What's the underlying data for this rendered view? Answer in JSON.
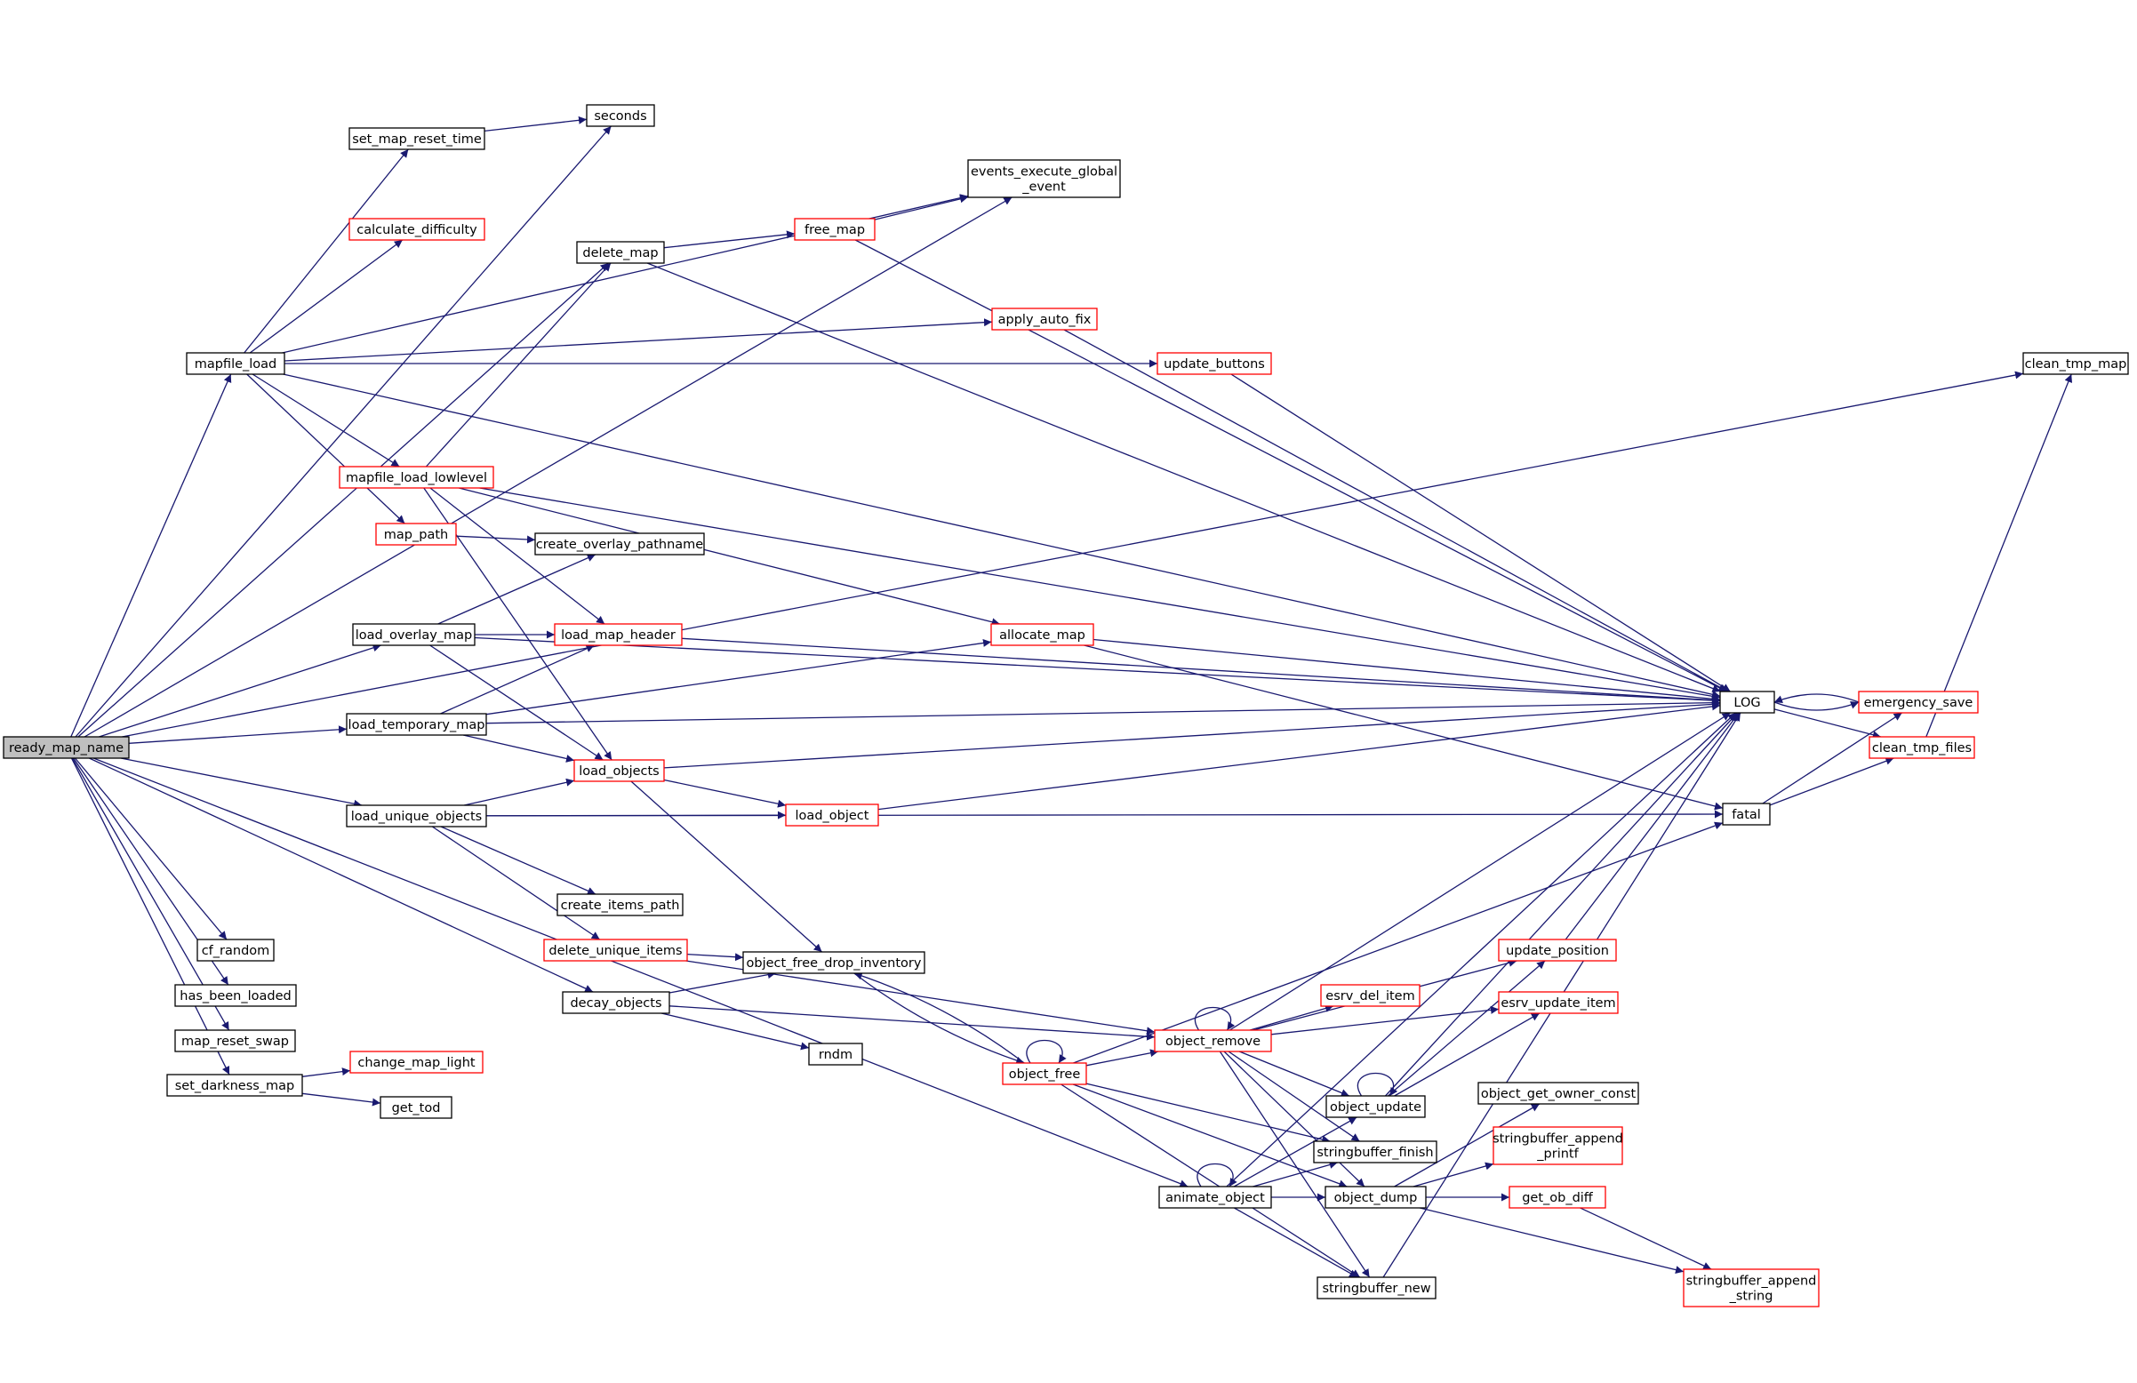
{
  "diagram": {
    "title": "",
    "colors": {
      "edge": "#191970",
      "normal_border": "#000000",
      "truncated_border": "#ff0000",
      "root_fill": "#bfbfbf",
      "node_fill": "#ffffff"
    },
    "nodes": [
      {
        "id": "ready_map_name",
        "label": [
          "ready_map_name"
        ],
        "style": "root"
      },
      {
        "id": "mapfile_load",
        "label": [
          "mapfile_load"
        ],
        "style": "normal"
      },
      {
        "id": "set_map_reset_time",
        "label": [
          "set_map_reset_time"
        ],
        "style": "normal"
      },
      {
        "id": "seconds",
        "label": [
          "seconds"
        ],
        "style": "normal"
      },
      {
        "id": "events_execute_global_event",
        "label": [
          "events_execute_global",
          "_event"
        ],
        "style": "normal"
      },
      {
        "id": "calculate_difficulty",
        "label": [
          "calculate_difficulty"
        ],
        "style": "truncated"
      },
      {
        "id": "delete_map",
        "label": [
          "delete_map"
        ],
        "style": "normal"
      },
      {
        "id": "free_map",
        "label": [
          "free_map"
        ],
        "style": "truncated"
      },
      {
        "id": "apply_auto_fix",
        "label": [
          "apply_auto_fix"
        ],
        "style": "truncated"
      },
      {
        "id": "update_buttons",
        "label": [
          "update_buttons"
        ],
        "style": "truncated"
      },
      {
        "id": "clean_tmp_map",
        "label": [
          "clean_tmp_map"
        ],
        "style": "normal"
      },
      {
        "id": "mapfile_load_lowlevel",
        "label": [
          "mapfile_load_lowlevel"
        ],
        "style": "truncated"
      },
      {
        "id": "map_path",
        "label": [
          "map_path"
        ],
        "style": "truncated"
      },
      {
        "id": "create_overlay_pathname",
        "label": [
          "create_overlay_pathname"
        ],
        "style": "normal"
      },
      {
        "id": "load_overlay_map",
        "label": [
          "load_overlay_map"
        ],
        "style": "normal"
      },
      {
        "id": "load_map_header",
        "label": [
          "load_map_header"
        ],
        "style": "truncated"
      },
      {
        "id": "allocate_map",
        "label": [
          "allocate_map"
        ],
        "style": "truncated"
      },
      {
        "id": "load_temporary_map",
        "label": [
          "load_temporary_map"
        ],
        "style": "normal"
      },
      {
        "id": "LOG",
        "label": [
          "LOG"
        ],
        "style": "normal"
      },
      {
        "id": "emergency_save",
        "label": [
          "emergency_save"
        ],
        "style": "truncated"
      },
      {
        "id": "clean_tmp_files",
        "label": [
          "clean_tmp_files"
        ],
        "style": "truncated"
      },
      {
        "id": "load_objects",
        "label": [
          "load_objects"
        ],
        "style": "truncated"
      },
      {
        "id": "load_unique_objects",
        "label": [
          "load_unique_objects"
        ],
        "style": "normal"
      },
      {
        "id": "load_object",
        "label": [
          "load_object"
        ],
        "style": "truncated"
      },
      {
        "id": "fatal",
        "label": [
          "fatal"
        ],
        "style": "normal"
      },
      {
        "id": "create_items_path",
        "label": [
          "create_items_path"
        ],
        "style": "normal"
      },
      {
        "id": "delete_unique_items",
        "label": [
          "delete_unique_items"
        ],
        "style": "truncated"
      },
      {
        "id": "object_free_drop_inventory",
        "label": [
          "object_free_drop_inventory"
        ],
        "style": "normal"
      },
      {
        "id": "update_position",
        "label": [
          "update_position"
        ],
        "style": "truncated"
      },
      {
        "id": "cf_random",
        "label": [
          "cf_random"
        ],
        "style": "normal"
      },
      {
        "id": "has_been_loaded",
        "label": [
          "has_been_loaded"
        ],
        "style": "normal"
      },
      {
        "id": "esrv_del_item",
        "label": [
          "esrv_del_item"
        ],
        "style": "truncated"
      },
      {
        "id": "decay_objects",
        "label": [
          "decay_objects"
        ],
        "style": "normal"
      },
      {
        "id": "esrv_update_item",
        "label": [
          "esrv_update_item"
        ],
        "style": "truncated"
      },
      {
        "id": "map_reset_swap",
        "label": [
          "map_reset_swap"
        ],
        "style": "normal"
      },
      {
        "id": "object_remove",
        "label": [
          "object_remove"
        ],
        "style": "truncated"
      },
      {
        "id": "rndm",
        "label": [
          "rndm"
        ],
        "style": "normal"
      },
      {
        "id": "change_map_light",
        "label": [
          "change_map_light"
        ],
        "style": "truncated"
      },
      {
        "id": "set_darkness_map",
        "label": [
          "set_darkness_map"
        ],
        "style": "normal"
      },
      {
        "id": "object_free",
        "label": [
          "object_free"
        ],
        "style": "truncated"
      },
      {
        "id": "object_get_owner_const",
        "label": [
          "object_get_owner_const"
        ],
        "style": "normal"
      },
      {
        "id": "object_update",
        "label": [
          "object_update"
        ],
        "style": "normal"
      },
      {
        "id": "get_tod",
        "label": [
          "get_tod"
        ],
        "style": "normal"
      },
      {
        "id": "stringbuffer_append_printf",
        "label": [
          "stringbuffer_append",
          "_printf"
        ],
        "style": "truncated"
      },
      {
        "id": "stringbuffer_finish",
        "label": [
          "stringbuffer_finish"
        ],
        "style": "normal"
      },
      {
        "id": "animate_object",
        "label": [
          "animate_object"
        ],
        "style": "normal"
      },
      {
        "id": "object_dump",
        "label": [
          "object_dump"
        ],
        "style": "normal"
      },
      {
        "id": "get_ob_diff",
        "label": [
          "get_ob_diff"
        ],
        "style": "truncated"
      },
      {
        "id": "stringbuffer_append_string",
        "label": [
          "stringbuffer_append",
          "_string"
        ],
        "style": "truncated"
      },
      {
        "id": "stringbuffer_new",
        "label": [
          "stringbuffer_new"
        ],
        "style": "normal"
      }
    ],
    "edges": [
      {
        "from": "ready_map_name",
        "to": "seconds"
      },
      {
        "from": "ready_map_name",
        "to": "events_execute_global_event"
      },
      {
        "from": "ready_map_name",
        "to": "clean_tmp_map"
      },
      {
        "from": "ready_map_name",
        "to": "delete_map"
      },
      {
        "from": "ready_map_name",
        "to": "mapfile_load"
      },
      {
        "from": "ready_map_name",
        "to": "load_overlay_map"
      },
      {
        "from": "ready_map_name",
        "to": "load_temporary_map"
      },
      {
        "from": "ready_map_name",
        "to": "load_unique_objects"
      },
      {
        "from": "ready_map_name",
        "to": "decay_objects"
      },
      {
        "from": "ready_map_name",
        "to": "animate_object"
      },
      {
        "from": "ready_map_name",
        "to": "cf_random"
      },
      {
        "from": "ready_map_name",
        "to": "has_been_loaded"
      },
      {
        "from": "ready_map_name",
        "to": "map_reset_swap"
      },
      {
        "from": "ready_map_name",
        "to": "set_darkness_map"
      },
      {
        "from": "set_map_reset_time",
        "to": "seconds"
      },
      {
        "from": "mapfile_load",
        "to": "set_map_reset_time"
      },
      {
        "from": "mapfile_load",
        "to": "calculate_difficulty"
      },
      {
        "from": "mapfile_load",
        "to": "events_execute_global_event"
      },
      {
        "from": "mapfile_load",
        "to": "apply_auto_fix"
      },
      {
        "from": "mapfile_load",
        "to": "update_buttons"
      },
      {
        "from": "mapfile_load",
        "to": "LOG"
      },
      {
        "from": "mapfile_load",
        "to": "mapfile_load_lowlevel"
      },
      {
        "from": "mapfile_load",
        "to": "map_path"
      },
      {
        "from": "delete_map",
        "to": "free_map"
      },
      {
        "from": "delete_map",
        "to": "LOG"
      },
      {
        "from": "free_map",
        "to": "events_execute_global_event"
      },
      {
        "from": "free_map",
        "to": "LOG"
      },
      {
        "from": "apply_auto_fix",
        "to": "LOG"
      },
      {
        "from": "update_buttons",
        "to": "LOG"
      },
      {
        "from": "mapfile_load_lowlevel",
        "to": "delete_map"
      },
      {
        "from": "mapfile_load_lowlevel",
        "to": "LOG"
      },
      {
        "from": "mapfile_load_lowlevel",
        "to": "allocate_map"
      },
      {
        "from": "mapfile_load_lowlevel",
        "to": "load_map_header"
      },
      {
        "from": "mapfile_load_lowlevel",
        "to": "load_objects"
      },
      {
        "from": "map_path",
        "to": "create_overlay_pathname"
      },
      {
        "from": "load_overlay_map",
        "to": "create_overlay_pathname"
      },
      {
        "from": "load_overlay_map",
        "to": "load_map_header"
      },
      {
        "from": "load_overlay_map",
        "to": "LOG"
      },
      {
        "from": "load_overlay_map",
        "to": "load_objects"
      },
      {
        "from": "load_map_header",
        "to": "LOG"
      },
      {
        "from": "load_temporary_map",
        "to": "load_map_header"
      },
      {
        "from": "load_temporary_map",
        "to": "allocate_map"
      },
      {
        "from": "load_temporary_map",
        "to": "LOG"
      },
      {
        "from": "load_temporary_map",
        "to": "load_objects"
      },
      {
        "from": "allocate_map",
        "to": "LOG"
      },
      {
        "from": "allocate_map",
        "to": "fatal"
      },
      {
        "from": "load_objects",
        "to": "LOG"
      },
      {
        "from": "load_objects",
        "to": "load_object"
      },
      {
        "from": "load_objects",
        "to": "object_free_drop_inventory"
      },
      {
        "from": "load_object",
        "to": "LOG"
      },
      {
        "from": "load_unique_objects",
        "to": "load_objects"
      },
      {
        "from": "load_unique_objects",
        "to": "load_object"
      },
      {
        "from": "load_unique_objects",
        "to": "fatal"
      },
      {
        "from": "load_unique_objects",
        "to": "create_items_path"
      },
      {
        "from": "load_unique_objects",
        "to": "delete_unique_items"
      },
      {
        "from": "delete_unique_items",
        "to": "object_free_drop_inventory"
      },
      {
        "from": "delete_unique_items",
        "to": "object_remove"
      },
      {
        "from": "decay_objects",
        "to": "object_free_drop_inventory"
      },
      {
        "from": "decay_objects",
        "to": "object_remove"
      },
      {
        "from": "decay_objects",
        "to": "rndm"
      },
      {
        "from": "object_free_drop_inventory",
        "to": "object_free"
      },
      {
        "from": "object_free",
        "to": "object_free_drop_inventory"
      },
      {
        "from": "object_free",
        "to": "object_free"
      },
      {
        "from": "object_free",
        "to": "object_remove"
      },
      {
        "from": "object_free",
        "to": "stringbuffer_finish"
      },
      {
        "from": "object_free",
        "to": "object_dump"
      },
      {
        "from": "object_free",
        "to": "stringbuffer_new"
      },
      {
        "from": "object_free",
        "to": "fatal"
      },
      {
        "from": "object_remove",
        "to": "object_remove"
      },
      {
        "from": "object_remove",
        "to": "LOG"
      },
      {
        "from": "object_remove",
        "to": "update_position"
      },
      {
        "from": "object_remove",
        "to": "esrv_del_item"
      },
      {
        "from": "object_remove",
        "to": "esrv_update_item"
      },
      {
        "from": "object_remove",
        "to": "object_update"
      },
      {
        "from": "object_remove",
        "to": "stringbuffer_finish"
      },
      {
        "from": "object_remove",
        "to": "object_dump"
      },
      {
        "from": "object_remove",
        "to": "stringbuffer_new"
      },
      {
        "from": "update_position",
        "to": "LOG"
      },
      {
        "from": "object_update",
        "to": "object_update"
      },
      {
        "from": "object_update",
        "to": "update_position"
      },
      {
        "from": "object_update",
        "to": "esrv_update_item"
      },
      {
        "from": "object_update",
        "to": "LOG"
      },
      {
        "from": "animate_object",
        "to": "animate_object"
      },
      {
        "from": "animate_object",
        "to": "object_update"
      },
      {
        "from": "animate_object",
        "to": "stringbuffer_finish"
      },
      {
        "from": "animate_object",
        "to": "object_dump"
      },
      {
        "from": "animate_object",
        "to": "stringbuffer_new"
      },
      {
        "from": "animate_object",
        "to": "LOG"
      },
      {
        "from": "object_dump",
        "to": "object_get_owner_const"
      },
      {
        "from": "object_dump",
        "to": "stringbuffer_append_printf"
      },
      {
        "from": "object_dump",
        "to": "get_ob_diff"
      },
      {
        "from": "object_dump",
        "to": "stringbuffer_append_string"
      },
      {
        "from": "get_ob_diff",
        "to": "stringbuffer_append_string"
      },
      {
        "from": "stringbuffer_new",
        "to": "LOG"
      },
      {
        "from": "LOG",
        "to": "emergency_save"
      },
      {
        "from": "LOG",
        "to": "clean_tmp_files"
      },
      {
        "from": "emergency_save",
        "to": "LOG"
      },
      {
        "from": "fatal",
        "to": "emergency_save"
      },
      {
        "from": "fatal",
        "to": "clean_tmp_files"
      },
      {
        "from": "clean_tmp_files",
        "to": "clean_tmp_map"
      },
      {
        "from": "set_darkness_map",
        "to": "change_map_light"
      },
      {
        "from": "set_darkness_map",
        "to": "get_tod"
      }
    ]
  }
}
